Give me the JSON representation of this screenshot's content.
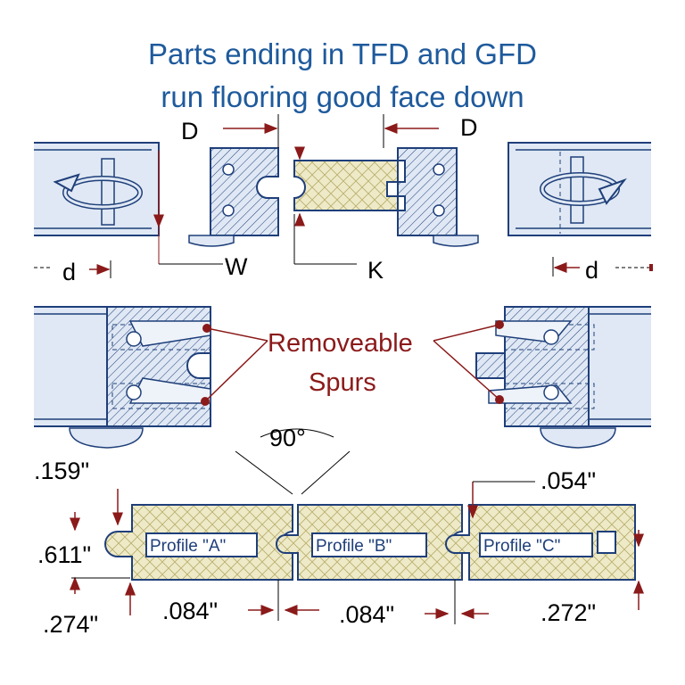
{
  "title": {
    "line1": "Parts ending in TFD and GFD",
    "line2": "run flooring  good face down"
  },
  "labels": {
    "D_left": "D",
    "D_right": "D",
    "d_left": "d",
    "d_right": "d",
    "W": "W",
    "K": "K"
  },
  "callout": {
    "line1": "Removeable",
    "line2": "Spurs"
  },
  "angle": "90°",
  "profiles": {
    "a": "Profile \"A\"",
    "b": "Profile \"B\"",
    "c": "Profile \"C\""
  },
  "dimensions": {
    "top_left": ".159\"",
    "mid_left": ".611\"",
    "bottom_left": ".274\"",
    "gap_left": ".084\"",
    "gap_right": ".084\"",
    "top_right": ".054\"",
    "bottom_right": ".272\""
  },
  "colors": {
    "title": "#1e5a9c",
    "outline": "#1f3f7a",
    "body_fill": "#dfe8f4",
    "wood_fill": "#eeeac8",
    "callout": "#8b1a1a"
  }
}
